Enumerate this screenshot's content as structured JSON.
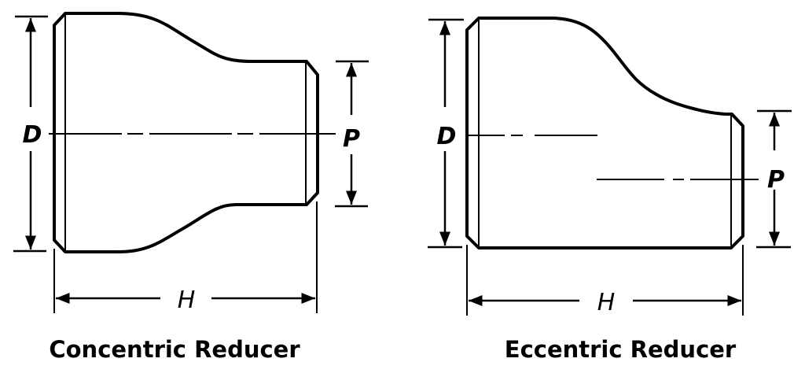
{
  "concentric": {
    "caption": "Concentric Reducer",
    "label_d": "D",
    "label_p": "P",
    "label_h": "H"
  },
  "eccentric": {
    "caption": "Eccentric Reducer",
    "label_d": "D",
    "label_p": "P",
    "label_h": "H"
  },
  "colors": {
    "line": "#000000",
    "background": "#ffffff"
  }
}
